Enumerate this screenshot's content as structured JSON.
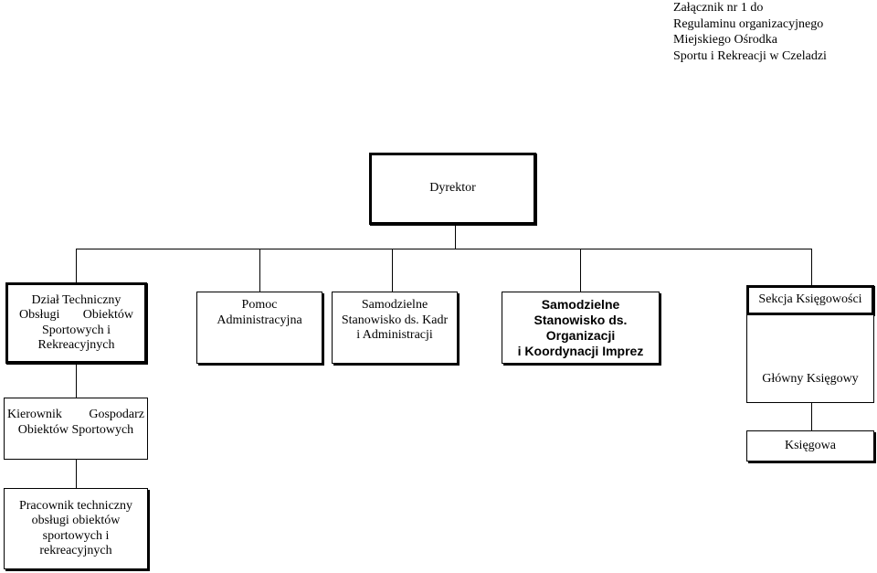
{
  "header_note": {
    "lines": [
      "Załącznik nr 1 do",
      "Regulaminu organizacyjnego",
      "Miejskiego Ośrodka",
      "Sportu i Rekreacji w Czeladzi"
    ]
  },
  "chart": {
    "director": {
      "label": "Dyrektor"
    },
    "technical_department": {
      "line1_left": "Dział Techniczny",
      "line2_left": "Obsługi",
      "line2_right": "Obiektów",
      "line3": "Sportowych i",
      "line4": "Rekreacyjnych"
    },
    "admin_assistant": {
      "line1": "Pomoc",
      "line2": "Administracyjna"
    },
    "hr_admin_post": {
      "line1": "Samodzielne",
      "line2": "Stanowisko ds. Kadr",
      "line3": "i Administracji"
    },
    "events_post": {
      "line1": "Samodzielne",
      "line2": "Stanowisko ds.",
      "line3": "Organizacji",
      "line4": "i Koordynacji Imprez"
    },
    "accounting_section": {
      "title": "Sekcja Księgowości",
      "head": "Główny Księgowy"
    },
    "facilities_manager": {
      "line1_left": "Kierownik",
      "line1_right": "Gospodarz",
      "line2": "Obiektów Sportowych"
    },
    "accountant": {
      "label": "Księgowa"
    },
    "technical_worker": {
      "line1": "Pracownik techniczny",
      "line2": "obsługi obiektów",
      "line3": "sportowych i",
      "line4": "rekreacyjnych"
    }
  }
}
